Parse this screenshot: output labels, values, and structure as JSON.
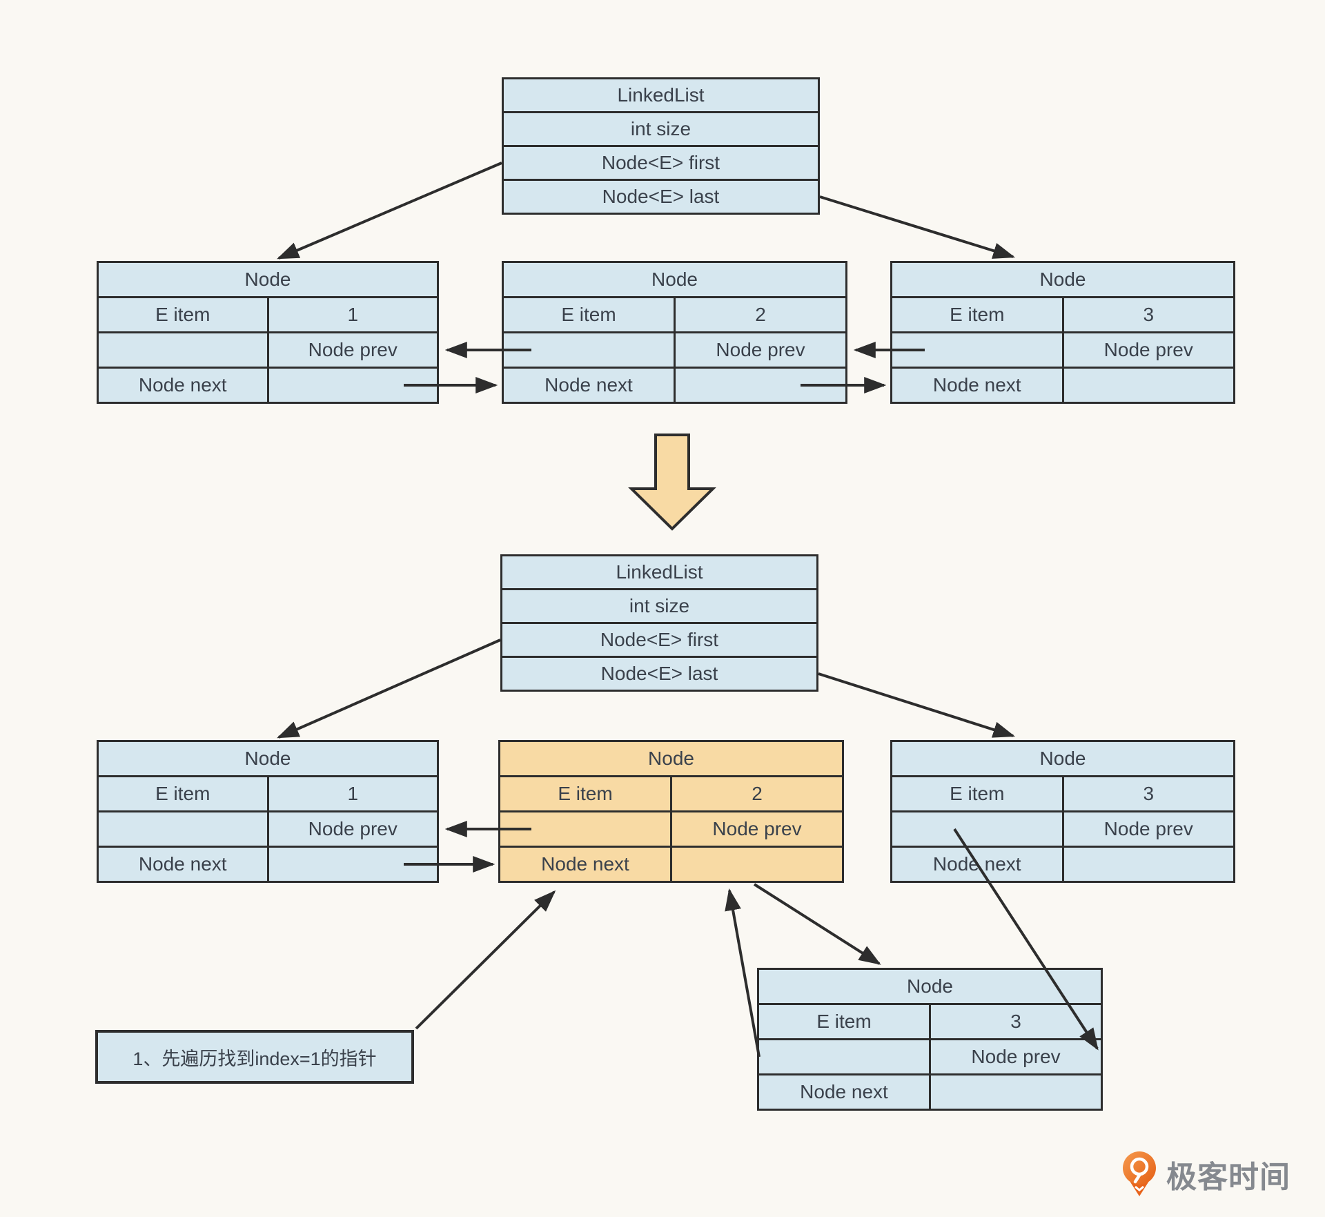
{
  "colors": {
    "background": "#faf8f3",
    "node_fill": "#d6e7ef",
    "highlight_fill": "#f8daa4",
    "border": "#2d2d2d",
    "logo_orange": "#e8641c",
    "logo_text_gray": "#85898f"
  },
  "linked_list": {
    "title": "LinkedList",
    "fields": [
      "int size",
      "Node<E> first",
      "Node<E> last"
    ]
  },
  "node_labels": {
    "header": "Node",
    "item": "E item",
    "prev": "Node prev",
    "next": "Node next"
  },
  "top_nodes": [
    {
      "item": "1"
    },
    {
      "item": "2"
    },
    {
      "item": "3"
    }
  ],
  "bottom_nodes": [
    {
      "item": "1"
    },
    {
      "item": "2"
    },
    {
      "item": "3"
    }
  ],
  "new_node": {
    "item": "3"
  },
  "annotation": {
    "text": "1、先遍历找到index=1的指针"
  },
  "logo": {
    "text": "极客时间"
  }
}
